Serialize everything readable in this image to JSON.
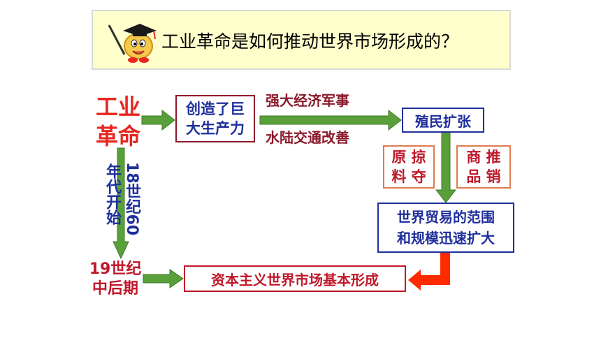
{
  "header": {
    "question": "工业革命是如何推动世界市场形成的？",
    "icon": "teacher-mascot-icon"
  },
  "nodes": {
    "industrial_revolution": [
      "工业",
      "革命"
    ],
    "create_productivity": [
      "创造了巨",
      "大生产力"
    ],
    "colonial_expansion": "殖民扩张",
    "trade_expansion": [
      "世界贸易的范围",
      "和规模迅速扩大"
    ],
    "world_market": "资本主义世界市场基本形成",
    "mid_late_19th": [
      "19世纪",
      "中后期"
    ]
  },
  "labels": {
    "econ_military": "强大经济军事",
    "transport": "水陆交通改善",
    "plunder": [
      "原 掠",
      "料 夺"
    ],
    "dumping": [
      "商 推",
      "品 销"
    ],
    "from_1760s_col1": "年代开始",
    "from_1760s_col2": "18世纪60"
  },
  "colors": {
    "red": "#e8261f",
    "green": "#5aa03a",
    "blue": "#1f2f9c",
    "dark_red": "#8b1a2b",
    "orange_border": "#e07a4f",
    "header_bg": "#ffffcc"
  }
}
